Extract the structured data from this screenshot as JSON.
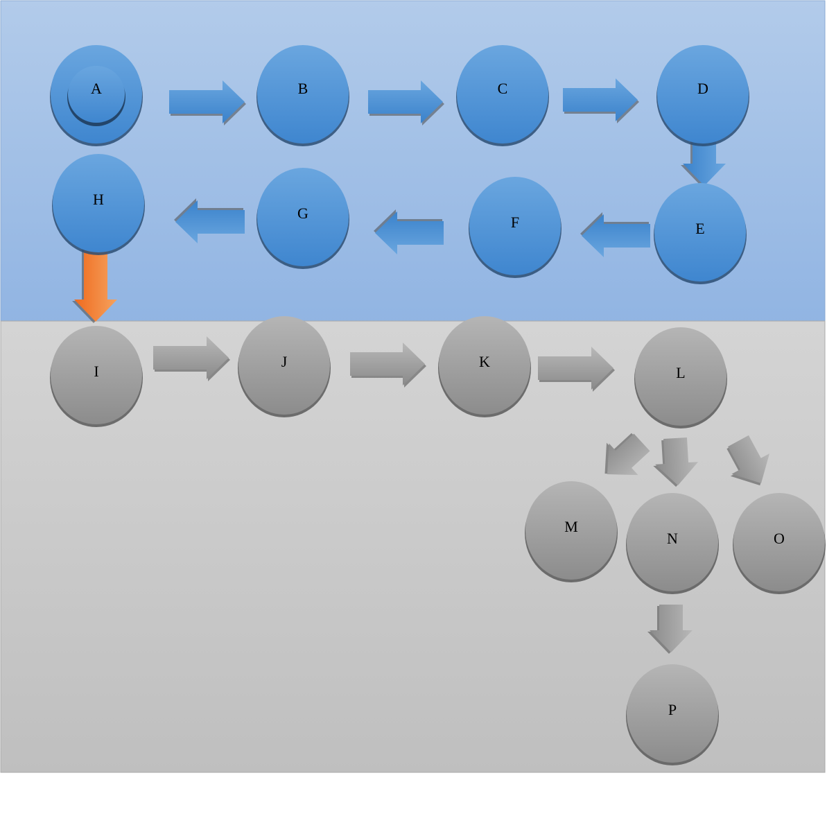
{
  "colors": {
    "blue_region_top": "#b2cbea",
    "blue_region_bottom": "#8fb3e2",
    "blue_node_top": "#6aa6df",
    "blue_node_bottom": "#3f86cf",
    "blue_arrow_top": "#6aa6df",
    "blue_arrow_bottom": "#3a82cb",
    "gray_region_top": "#d4d4d4",
    "gray_region_bottom": "#bfbfbf",
    "gray_node_top": "#b5b5b5",
    "gray_node_bottom": "#8c8c8c",
    "gray_arrow_top": "#b8b8b8",
    "gray_arrow_bottom": "#8a8a8a",
    "connector_arrow_top": "#f5a25e",
    "connector_arrow_bottom": "#ef6a1e",
    "shadow": "#2c4e73"
  },
  "nodes": [
    {
      "id": "A",
      "label": "A",
      "group": "blue"
    },
    {
      "id": "B",
      "label": "B",
      "group": "blue"
    },
    {
      "id": "C",
      "label": "C",
      "group": "blue"
    },
    {
      "id": "D",
      "label": "D",
      "group": "blue"
    },
    {
      "id": "E",
      "label": "E",
      "group": "blue"
    },
    {
      "id": "F",
      "label": "F",
      "group": "blue"
    },
    {
      "id": "G",
      "label": "G",
      "group": "blue"
    },
    {
      "id": "H",
      "label": "H",
      "group": "blue"
    },
    {
      "id": "I",
      "label": "I",
      "group": "gray"
    },
    {
      "id": "J",
      "label": "J",
      "group": "gray"
    },
    {
      "id": "K",
      "label": "K",
      "group": "gray"
    },
    {
      "id": "L",
      "label": "L",
      "group": "gray"
    },
    {
      "id": "M",
      "label": "M",
      "group": "gray"
    },
    {
      "id": "N",
      "label": "N",
      "group": "gray"
    },
    {
      "id": "O",
      "label": "O",
      "group": "gray"
    },
    {
      "id": "P",
      "label": "P",
      "group": "gray"
    }
  ],
  "edges": [
    {
      "from": "A",
      "to": "B",
      "style": "blue"
    },
    {
      "from": "B",
      "to": "C",
      "style": "blue"
    },
    {
      "from": "C",
      "to": "D",
      "style": "blue"
    },
    {
      "from": "D",
      "to": "E",
      "style": "blue"
    },
    {
      "from": "E",
      "to": "F",
      "style": "blue"
    },
    {
      "from": "F",
      "to": "G",
      "style": "blue"
    },
    {
      "from": "G",
      "to": "H",
      "style": "blue"
    },
    {
      "from": "H",
      "to": "I",
      "style": "orange"
    },
    {
      "from": "I",
      "to": "J",
      "style": "gray"
    },
    {
      "from": "J",
      "to": "K",
      "style": "gray"
    },
    {
      "from": "K",
      "to": "L",
      "style": "gray"
    },
    {
      "from": "L",
      "to": "M",
      "style": "gray"
    },
    {
      "from": "L",
      "to": "N",
      "style": "gray"
    },
    {
      "from": "L",
      "to": "O",
      "style": "gray"
    },
    {
      "from": "N",
      "to": "P",
      "style": "gray"
    }
  ]
}
